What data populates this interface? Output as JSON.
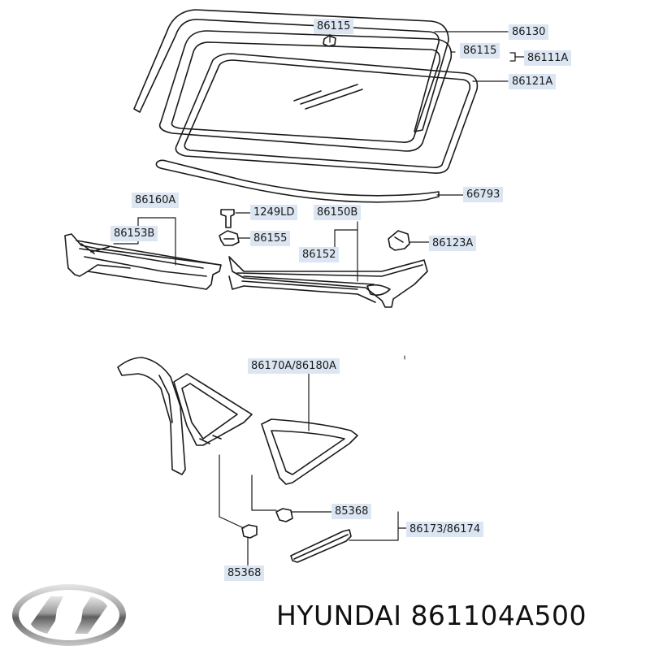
{
  "diagram": {
    "labels": {
      "l86115_top": "86115",
      "l86130": "86130",
      "l86115_right": "86115",
      "l86111A": "86111A",
      "l86121A": "86121A",
      "l66793": "66793",
      "l86160A": "86160A",
      "l86153B": "86153B",
      "l1249LD": "1249LD",
      "l86150B": "86150B",
      "l86155": "86155",
      "l86123A": "86123A",
      "l86152": "86152",
      "l86170A": "86170A/86180A",
      "l85368_right": "85368",
      "l86173": "86173/86174",
      "l85368_bottom": "85368"
    },
    "colors": {
      "label_bg": "#dce6f2",
      "line": "#1a1a1a"
    }
  },
  "brand": {
    "logo_icon": "hyundai-logo-icon",
    "text": "HYUNDAI 861104A500"
  }
}
